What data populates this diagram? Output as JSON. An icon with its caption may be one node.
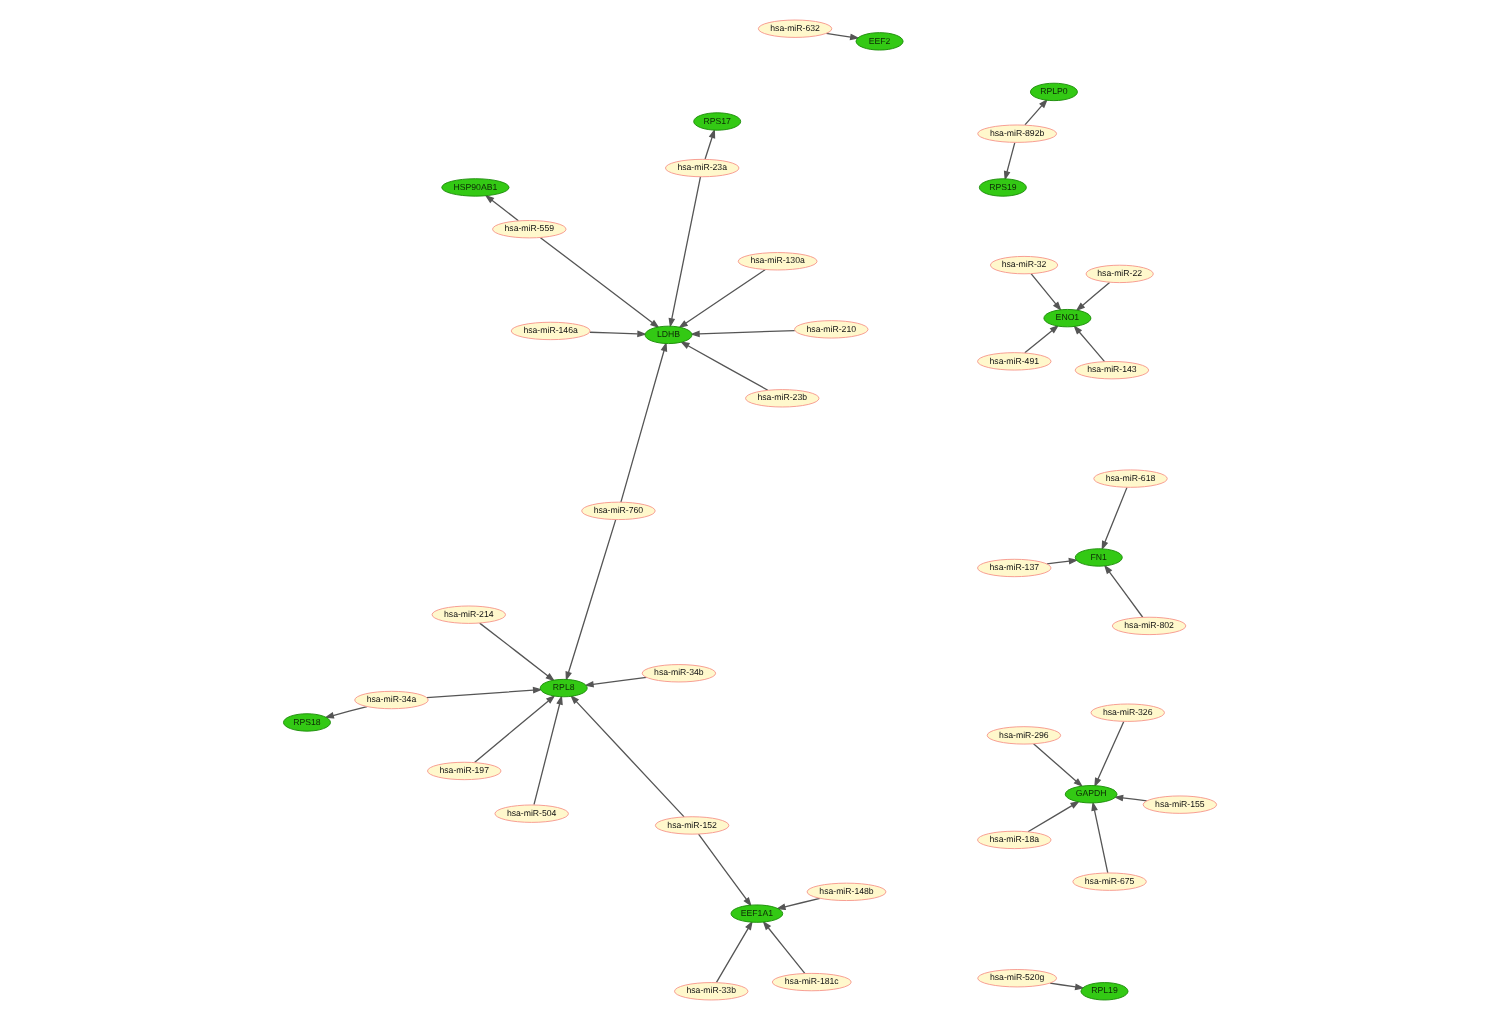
{
  "diagram": {
    "nodes": [
      {
        "text": [
          "RPS18"
        ]
      },
      {
        "text": [
          "hsa-miR-296"
        ]
      },
      {
        "text": [
          "hsa-miR-148b"
        ]
      },
      {
        "text": [
          "hsa-miR-155"
        ]
      },
      {
        "text": [
          "hsa-miR-675"
        ]
      },
      {
        "text": [
          "hsa-miR-33b"
        ]
      },
      {
        "text": [
          "hsa-miR-34a"
        ]
      },
      {
        "text": [
          "GAPDH"
        ]
      },
      {
        "text": [
          "EEF1A1"
        ]
      },
      {
        "text": [
          "hsa-miR-214"
        ]
      },
      {
        "text": [
          "hsa-miR-326"
        ]
      },
      {
        "text": [
          "hsa-miR-152"
        ]
      },
      {
        "text": [
          "hsa-miR-18a"
        ]
      },
      {
        "text": [
          "hsa-miR-181c"
        ]
      },
      {
        "text": [
          "hsa-miR-504"
        ]
      },
      {
        "text": [
          "RPL8"
        ]
      },
      {
        "text": [
          "hsa-miR-137"
        ]
      },
      {
        "text": [
          "hsa-miR-491"
        ]
      },
      {
        "text": [
          "hsa-miR-143"
        ]
      },
      {
        "text": [
          "hsa-miR-34b"
        ]
      },
      {
        "text": [
          "hsa-miR-197"
        ]
      },
      {
        "text": [
          "ENO1"
        ]
      },
      {
        "text": [
          "FN1"
        ]
      },
      {
        "text": [
          "hsa-miR-520g"
        ]
      },
      {
        "text": [
          "hsa-miR-802"
        ]
      },
      {
        "text": [
          "hsa-miR-760"
        ]
      },
      {
        "text": [
          "hsa-miR-32"
        ]
      },
      {
        "text": [
          "hsa-miR-22"
        ]
      },
      {
        "text": [
          "hsa-miR-618"
        ]
      },
      {
        "text": [
          "RPL19"
        ]
      },
      {
        "text": [
          "hsa-miR-210"
        ]
      },
      {
        "text": [
          "hsa-miR-23a"
        ]
      },
      {
        "text": [
          "hsa-miR-23b"
        ]
      },
      {
        "text": [
          "LDHB"
        ]
      },
      {
        "text": [
          "hsa-miR-892b"
        ]
      },
      {
        "text": [
          "hsa-miR-632"
        ]
      },
      {
        "text": [
          "RPS17"
        ]
      },
      {
        "text": [
          "hsa-miR-559"
        ]
      },
      {
        "text": [
          "hsa-miR-146a"
        ]
      },
      {
        "text": [
          "hsa-miR-130a"
        ]
      },
      {
        "text": [
          "EEF2"
        ]
      },
      {
        "text": [
          "RPLP0"
        ]
      },
      {
        "text": [
          "RPS19"
        ]
      },
      {
        "text": [
          "HSP90AB1"
        ]
      }
    ],
    "edges": [
      {
        "from": 3,
        "to": 7,
        "arrow": "to"
      },
      {
        "from": 1,
        "to": 7,
        "arrow": "to"
      },
      {
        "from": 4,
        "to": 7,
        "arrow": "to"
      },
      {
        "from": 10,
        "to": 7,
        "arrow": "to"
      },
      {
        "from": 12,
        "to": 7,
        "arrow": "to"
      },
      {
        "from": 6,
        "to": 0,
        "arrow": "to"
      },
      {
        "from": 6,
        "to": 15,
        "arrow": "to"
      },
      {
        "from": 2,
        "to": 8,
        "arrow": "to"
      },
      {
        "from": 5,
        "to": 8,
        "arrow": "to"
      },
      {
        "from": 13,
        "to": 8,
        "arrow": "to"
      },
      {
        "from": 11,
        "to": 8,
        "arrow": "to"
      },
      {
        "from": 11,
        "to": 15,
        "arrow": "to"
      },
      {
        "from": 9,
        "to": 15,
        "arrow": "to"
      },
      {
        "from": 14,
        "to": 15,
        "arrow": "to"
      },
      {
        "from": 20,
        "to": 15,
        "arrow": "to"
      },
      {
        "from": 19,
        "to": 15,
        "arrow": "to"
      },
      {
        "from": 25,
        "to": 15,
        "arrow": "to"
      },
      {
        "from": 25,
        "to": 33,
        "arrow": "to"
      },
      {
        "from": 18,
        "to": 21,
        "arrow": "to"
      },
      {
        "from": 17,
        "to": 21,
        "arrow": "to"
      },
      {
        "from": 26,
        "to": 21,
        "arrow": "to"
      },
      {
        "from": 27,
        "to": 21,
        "arrow": "to"
      },
      {
        "from": 16,
        "to": 22,
        "arrow": "to"
      },
      {
        "from": 24,
        "to": 22,
        "arrow": "to"
      },
      {
        "from": 28,
        "to": 22,
        "arrow": "to"
      },
      {
        "from": 23,
        "to": 29,
        "arrow": "to"
      },
      {
        "from": 30,
        "to": 33,
        "arrow": "to"
      },
      {
        "from": 31,
        "to": 33,
        "arrow": "to"
      },
      {
        "from": 31,
        "to": 36,
        "arrow": "to"
      },
      {
        "from": 32,
        "to": 33,
        "arrow": "to"
      },
      {
        "from": 38,
        "to": 33,
        "arrow": "to"
      },
      {
        "from": 39,
        "to": 33,
        "arrow": "to"
      },
      {
        "from": 37,
        "to": 33,
        "arrow": "to"
      },
      {
        "from": 37,
        "to": 43,
        "arrow": "to"
      },
      {
        "from": 35,
        "to": 40,
        "arrow": "to"
      },
      {
        "from": 34,
        "to": 41,
        "arrow": "to"
      },
      {
        "from": 34,
        "to": 42,
        "arrow": "to"
      }
    ]
  }
}
